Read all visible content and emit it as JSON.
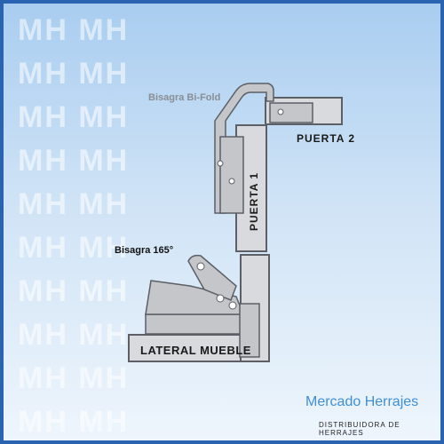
{
  "watermark": {
    "text": "MH MH",
    "rows": [
      "MH MH",
      "MH MH",
      "MH MH",
      "MH MH",
      "MH MH",
      "MH MH",
      "MH MH",
      "MH MH",
      "MH MH",
      "MH MH"
    ]
  },
  "labels": {
    "bifold_hinge": "Bisagra Bi-Fold",
    "hinge_165": "Bisagra 165°",
    "door_2": "PUERTA 2",
    "door_1": "PUERTA 1",
    "cabinet_side": "LATERAL MUEBLE"
  },
  "brand": {
    "name": "Mercado Herrajes",
    "tagline": "DISTRIBUIDORA DE HERRAJES"
  },
  "colors": {
    "frame_border": "#2a63b0",
    "panel_fill": "#d9dadd",
    "panel_stroke": "#5c5f66",
    "hinge_fill": "#c4c6ca",
    "brand_text": "#3e8fd6"
  }
}
